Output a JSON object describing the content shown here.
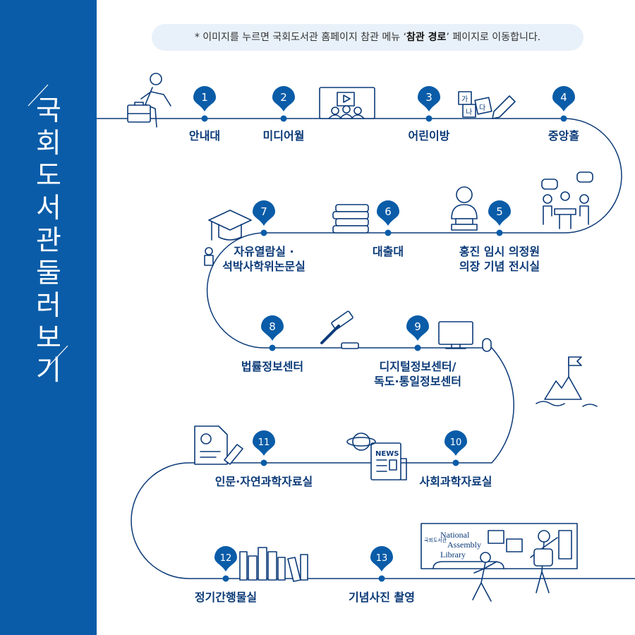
{
  "sidebar": {
    "title": "국회도서관 둘러보기",
    "color": "#0a5ca8"
  },
  "notice": {
    "prefix": "* 이미지를 누르면 국회도서관 홈페이지 참관 메뉴 ‘",
    "highlight": "참관 경로",
    "suffix": "’ 페이지로 이동합니다."
  },
  "colors": {
    "line": "#0b3a78",
    "pin": "#0a5ca8",
    "label": "#0b3a78"
  },
  "stops": [
    {
      "num": "1",
      "name": "안내대"
    },
    {
      "num": "2",
      "name": "미디어월"
    },
    {
      "num": "3",
      "name": "어린이방"
    },
    {
      "num": "4",
      "name": "중앙홀"
    },
    {
      "num": "5",
      "name": "홍진 임시 의정원 의장 기념 전시실"
    },
    {
      "num": "6",
      "name": "대출대"
    },
    {
      "num": "7",
      "name": "자유열람실 · 석박사학위논문실"
    },
    {
      "num": "8",
      "name": "법률정보센터"
    },
    {
      "num": "9",
      "name": "디지털정보센터/ 독도·통일정보센터"
    },
    {
      "num": "10",
      "name": "사회과학자료실"
    },
    {
      "num": "11",
      "name": "인문·자연과학자료실"
    },
    {
      "num": "12",
      "name": "정기간행물실"
    },
    {
      "num": "13",
      "name": "기념사진 촬영"
    }
  ],
  "icons": {
    "kids_blocks": [
      "가",
      "나",
      "다"
    ],
    "news": "NEWS",
    "photo_wall": [
      "National",
      "Assembly",
      "Library"
    ],
    "photo_wall_badge": "국회도서관"
  }
}
